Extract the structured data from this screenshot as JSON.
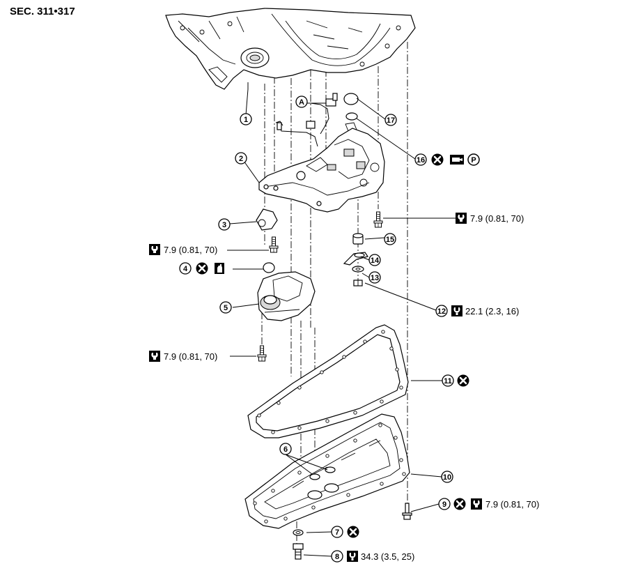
{
  "section_ref": "SEC. 311•317",
  "callout_letter": "A",
  "callouts": [
    {
      "id": "1",
      "label": ""
    },
    {
      "id": "2",
      "label": ""
    },
    {
      "id": "3",
      "label": ""
    },
    {
      "id": "4",
      "label": ""
    },
    {
      "id": "5",
      "label": ""
    },
    {
      "id": "6",
      "label": ""
    },
    {
      "id": "7",
      "label": ""
    },
    {
      "id": "8",
      "label": "34.3 (3.5, 25)"
    },
    {
      "id": "9",
      "label": "7.9 (0.81, 70)"
    },
    {
      "id": "10",
      "label": ""
    },
    {
      "id": "11",
      "label": ""
    },
    {
      "id": "12",
      "label": "22.1 (2.3, 16)"
    },
    {
      "id": "13",
      "label": ""
    },
    {
      "id": "14",
      "label": ""
    },
    {
      "id": "15",
      "label": ""
    },
    {
      "id": "16",
      "label": ""
    },
    {
      "id": "17",
      "label": ""
    }
  ],
  "torque_labels": {
    "bolt_upper_right": "7.9 (0.81, 70)",
    "bolt_3": "7.9 (0.81, 70)",
    "bolt_5": "7.9 (0.81, 70)"
  },
  "symbols": {
    "do_not_reuse": "x-circle-icon",
    "torque_wrench": "torque-wrench-icon",
    "fluid": "fluid-icon",
    "sealant": "sealant-icon",
    "petroleum_jelly": "P"
  }
}
